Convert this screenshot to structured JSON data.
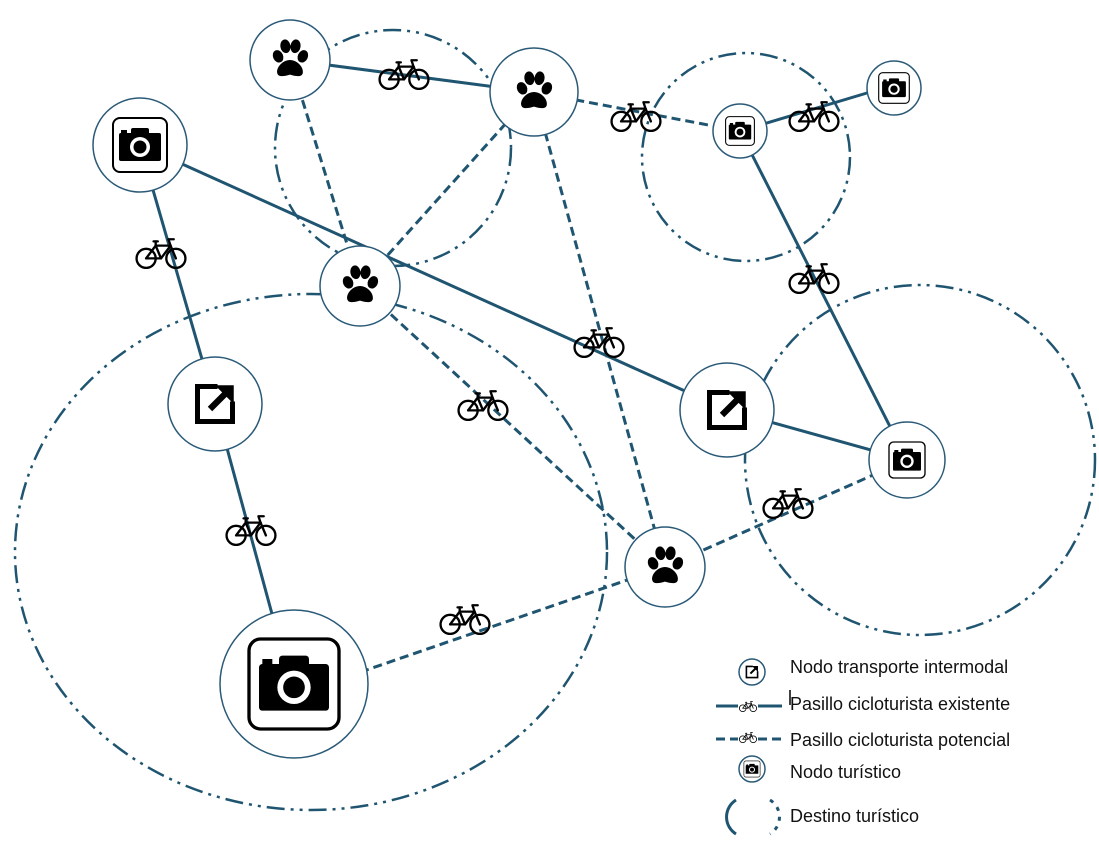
{
  "colors": {
    "line": "#1f5570",
    "node_stroke": "#2a5a78",
    "icon": "#000000",
    "background": "#ffffff"
  },
  "icons": {
    "paw": "paw-icon",
    "camera": "camera-icon",
    "transfer": "external-link-icon",
    "bicycle": "bicycle-icon"
  },
  "legend": {
    "intermodal": "Nodo transporte intermodal",
    "existing": "Pasillo cicloturista existente",
    "potential": "Pasillo cicloturista potencial",
    "tourist_node": "Nodo turístico",
    "destination": "Destino turístico"
  }
}
